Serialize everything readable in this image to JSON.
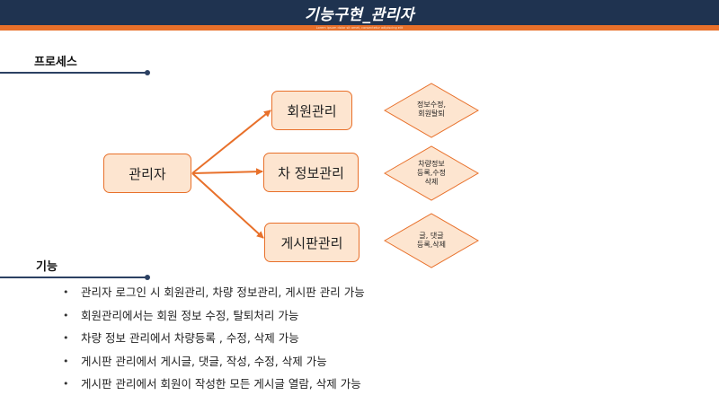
{
  "header": {
    "title": "기능구현_관리자",
    "subtitle": "Lorem ipsum dolor sit amet, consectetur adipiscing elit"
  },
  "sections": {
    "process": "프로세스",
    "features": "기능"
  },
  "diagram": {
    "root": "관리자",
    "branches": [
      {
        "label": "회원관리",
        "detail": "정보수정,\n회원탈퇴"
      },
      {
        "label": "차 정보관리",
        "detail": "차량정보\n등록,수정\n삭제"
      },
      {
        "label": "게시판관리",
        "detail": "글, 댓글\n등록,삭제"
      }
    ]
  },
  "features": [
    "관리자 로그인 시 회원관리, 차량 정보관리, 게시판 관리 가능",
    "회원관리에서는 회원 정보 수정, 탈퇴처리 가능",
    "차량 정보 관리에서 차량등록 , 수정, 삭제 가능",
    "게시판 관리에서 게시글, 댓글, 작성, 수정, 삭제 가능",
    "게시판 관리에서 회원이 작성한 모든 게시글 열람, 삭제 가능"
  ],
  "colors": {
    "header_bg": "#1f3350",
    "accent": "#e8702a",
    "box_fill": "#fde5d0"
  }
}
